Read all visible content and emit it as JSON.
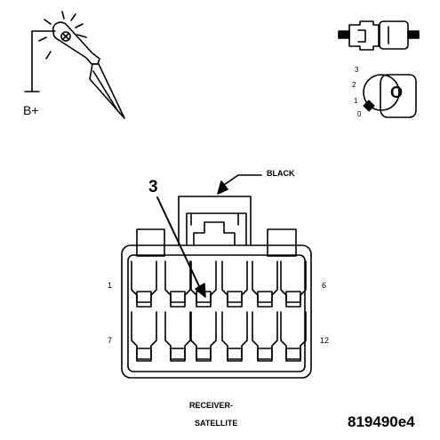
{
  "test_light": {
    "label": "B+"
  },
  "ignition": {
    "positions": [
      "3",
      "2",
      "1",
      "0"
    ],
    "key_label": "O"
  },
  "connector": {
    "color_label": "BLACK",
    "callout_pin": "3",
    "pin_labels": {
      "top_left": "1",
      "top_right": "6",
      "bottom_left": "7",
      "bottom_right": "12"
    },
    "name_line1": "RECEIVER-",
    "name_line2": "SATELLITE"
  },
  "figure_id": "819490e4"
}
